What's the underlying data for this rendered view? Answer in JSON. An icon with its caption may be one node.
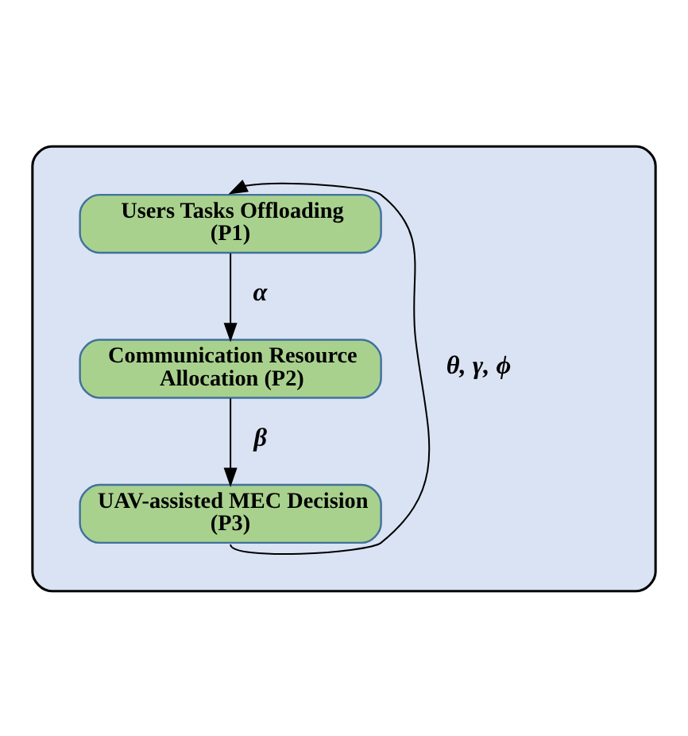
{
  "diagram": {
    "nodes": [
      {
        "text": [],
        "shape": "box"
      },
      {
        "text": [
          "Users Tasks Offloading (P1)"
        ],
        "in": 0
      },
      {
        "text": [
          "Communication Resource Allocation (P2)"
        ],
        "in": 0
      },
      {
        "text": [
          "UAV-assisted MEC Decision (P3)"
        ],
        "in": 0
      }
    ],
    "edges": [
      {
        "from": 1,
        "to": 2,
        "arrow": "to",
        "label": "α"
      },
      {
        "from": 2,
        "to": 3,
        "arrow": "to",
        "label": "β"
      },
      {
        "from": 3,
        "to": 1,
        "arrow": "to",
        "label": "θ, γ, ϕ"
      }
    ]
  }
}
